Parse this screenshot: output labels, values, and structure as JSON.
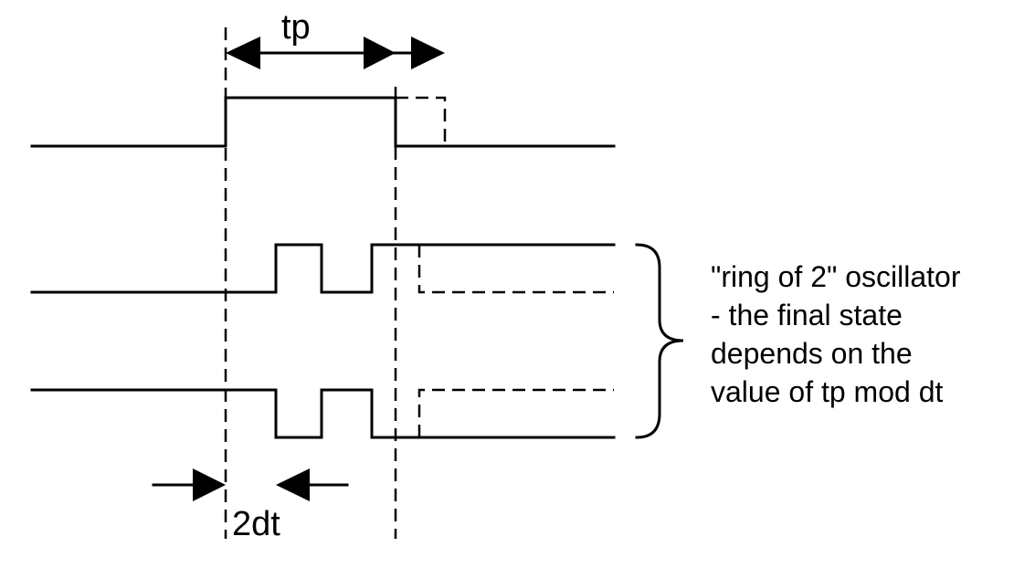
{
  "labels": {
    "tp": "tp",
    "two_dt": "2dt"
  },
  "annotation": {
    "lines": [
      "\"ring of 2\" oscillator",
      "- the final state",
      "depends on the",
      "value of tp mod dt"
    ]
  },
  "colors": {
    "line": "#000000",
    "background": "#ffffff"
  }
}
